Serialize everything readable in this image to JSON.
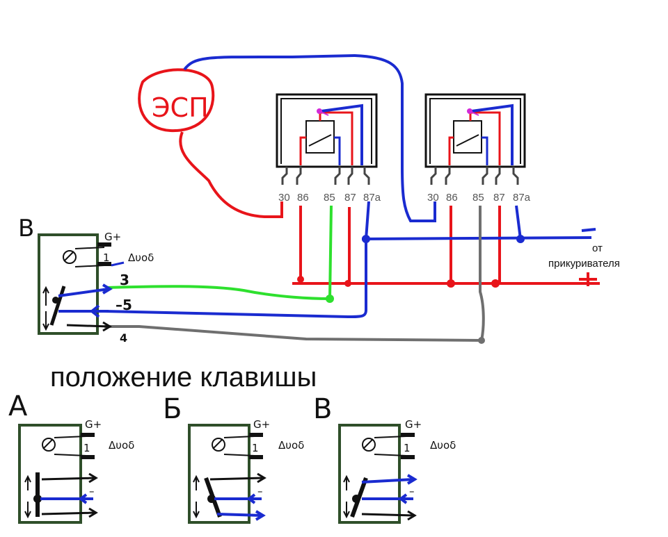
{
  "colors": {
    "red": "#e8141a",
    "blue": "#1a2bd0",
    "green": "#2ee02e",
    "gray": "#6f6f6f",
    "black": "#111111",
    "switch_frame": "#2f4f2a",
    "magenta": "#d22ad8"
  },
  "esp_label": "ЭСП",
  "relay_1": {
    "pins": [
      "30",
      "86",
      "85",
      "87",
      "87a"
    ]
  },
  "relay_2": {
    "pins": [
      "30",
      "86",
      "85",
      "87",
      "87a"
    ]
  },
  "supply": {
    "minus": "–",
    "plus": "+",
    "from_line1": "от",
    "from_line2": "прикуривателя"
  },
  "main_switch": {
    "letter": "В",
    "g_label": "G+",
    "one_label": "1",
    "diod_label": "Δυοδ",
    "pin3": "3",
    "pin5": "–5",
    "pin4": "4"
  },
  "positions_title": "положение клавишы",
  "positions": [
    {
      "letter": "А",
      "g_label": "G+",
      "one_label": "1",
      "diod_label": "Δυοδ",
      "minus": "–"
    },
    {
      "letter": "Б",
      "g_label": "G+",
      "one_label": "1",
      "diod_label": "Δυοδ",
      "minus": "–"
    },
    {
      "letter": "В",
      "g_label": "G+",
      "one_label": "1",
      "diod_label": "Δυοδ",
      "minus": "–"
    }
  ],
  "icons": {
    "wiper": "wiper-icon",
    "relay_coil": "relay-coil-icon",
    "rocker": "rocker-key-icon"
  }
}
